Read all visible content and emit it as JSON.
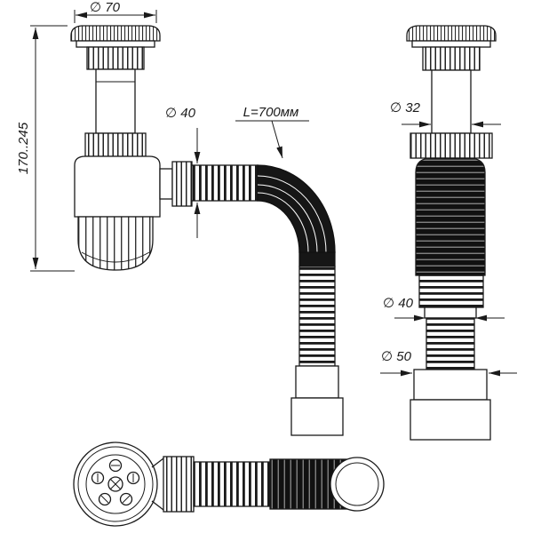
{
  "drawing": {
    "type": "technical-drawing",
    "subject": "sink-siphon-with-flexible-hose",
    "background": "#ffffff",
    "line_color": "#1a1a1a",
    "dark_fill": "#161616",
    "dimensions": {
      "cap_diameter": "∅ 70",
      "height_range": "170..245",
      "hose_diameter_front": "∅ 40",
      "hose_length": "L=700мм",
      "inlet_diameter": "∅ 32",
      "outlet_diameter_40": "∅ 40",
      "outlet_diameter_50": "∅ 50"
    }
  }
}
